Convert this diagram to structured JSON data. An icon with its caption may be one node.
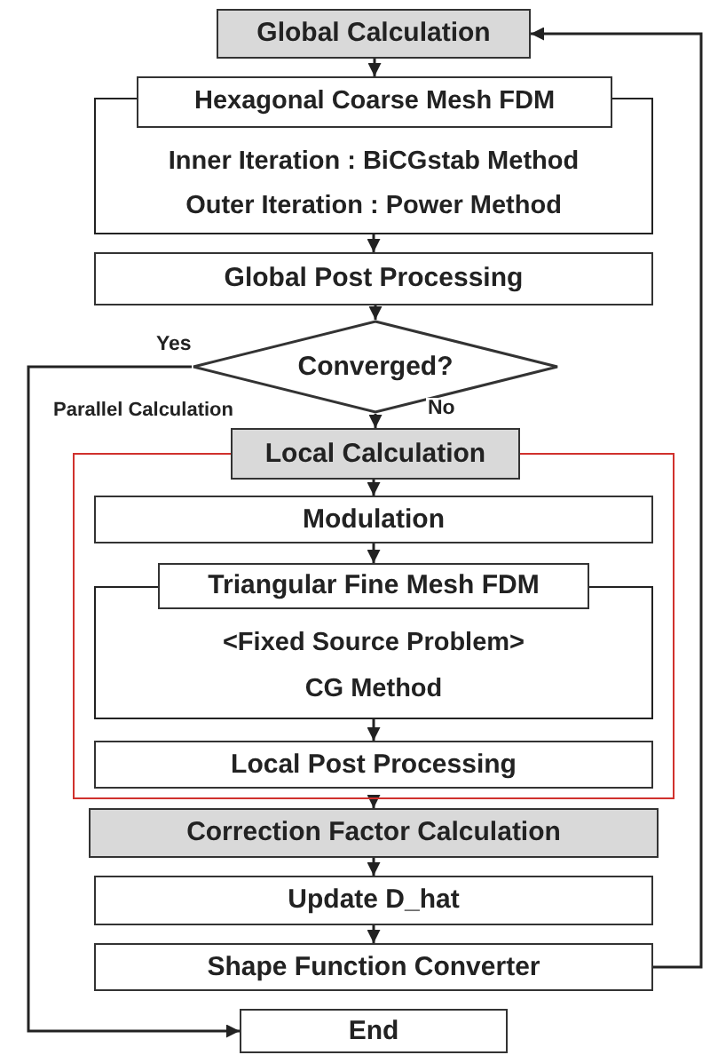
{
  "diagram": {
    "nodes": [
      {
        "text": [
          "Global Calculation"
        ]
      },
      {
        "text": [
          "Inner Iteration : BiCGstab Method",
          "Outer Iteration : Power Method"
        ]
      },
      {
        "text": [
          "Hexagonal Coarse Mesh FDM"
        ],
        "in": 1
      },
      {
        "text": [
          "Global Post Processing"
        ]
      },
      {
        "text": [
          "Converged?"
        ]
      },
      {
        "text": [],
        "shape": "box"
      },
      {
        "text": [
          "Local Calculation"
        ],
        "in": 5
      },
      {
        "text": [
          "Modulation"
        ],
        "in": 5
      },
      {
        "text": [
          "<Fixed Source Problem>",
          "CG Method"
        ],
        "in": 5
      },
      {
        "text": [
          "Triangular Fine Mesh FDM"
        ],
        "in": 8
      },
      {
        "text": [
          "Local Post Processing"
        ],
        "in": 5
      },
      {
        "text": [
          "Correction Factor Calculation"
        ]
      },
      {
        "text": [
          "Update D_hat"
        ]
      },
      {
        "text": [
          "Shape Function Converter"
        ]
      },
      {
        "text": [
          "End"
        ]
      }
    ],
    "edges": [
      {
        "from": 0,
        "to": 2,
        "arrow": "to"
      },
      {
        "from": 1,
        "to": 3,
        "arrow": "to"
      },
      {
        "from": 3,
        "to": 4,
        "arrow": "to"
      },
      {
        "from": 4,
        "to": 6,
        "arrow": "to",
        "label": "No"
      },
      {
        "from": 6,
        "to": 7,
        "arrow": "to"
      },
      {
        "from": 7,
        "to": 9,
        "arrow": "to"
      },
      {
        "from": 8,
        "to": 10,
        "arrow": "to"
      },
      {
        "from": 5,
        "to": 11,
        "arrow": "to"
      },
      {
        "from": 11,
        "to": 12,
        "arrow": "to"
      },
      {
        "from": 12,
        "to": 13,
        "arrow": "to"
      },
      {
        "from": 13,
        "to": 0,
        "arrow": "to"
      },
      {
        "from": 4,
        "to": 14,
        "arrow": "to",
        "label": "Yes"
      }
    ],
    "labels": [
      "Parallel Calculation"
    ]
  }
}
